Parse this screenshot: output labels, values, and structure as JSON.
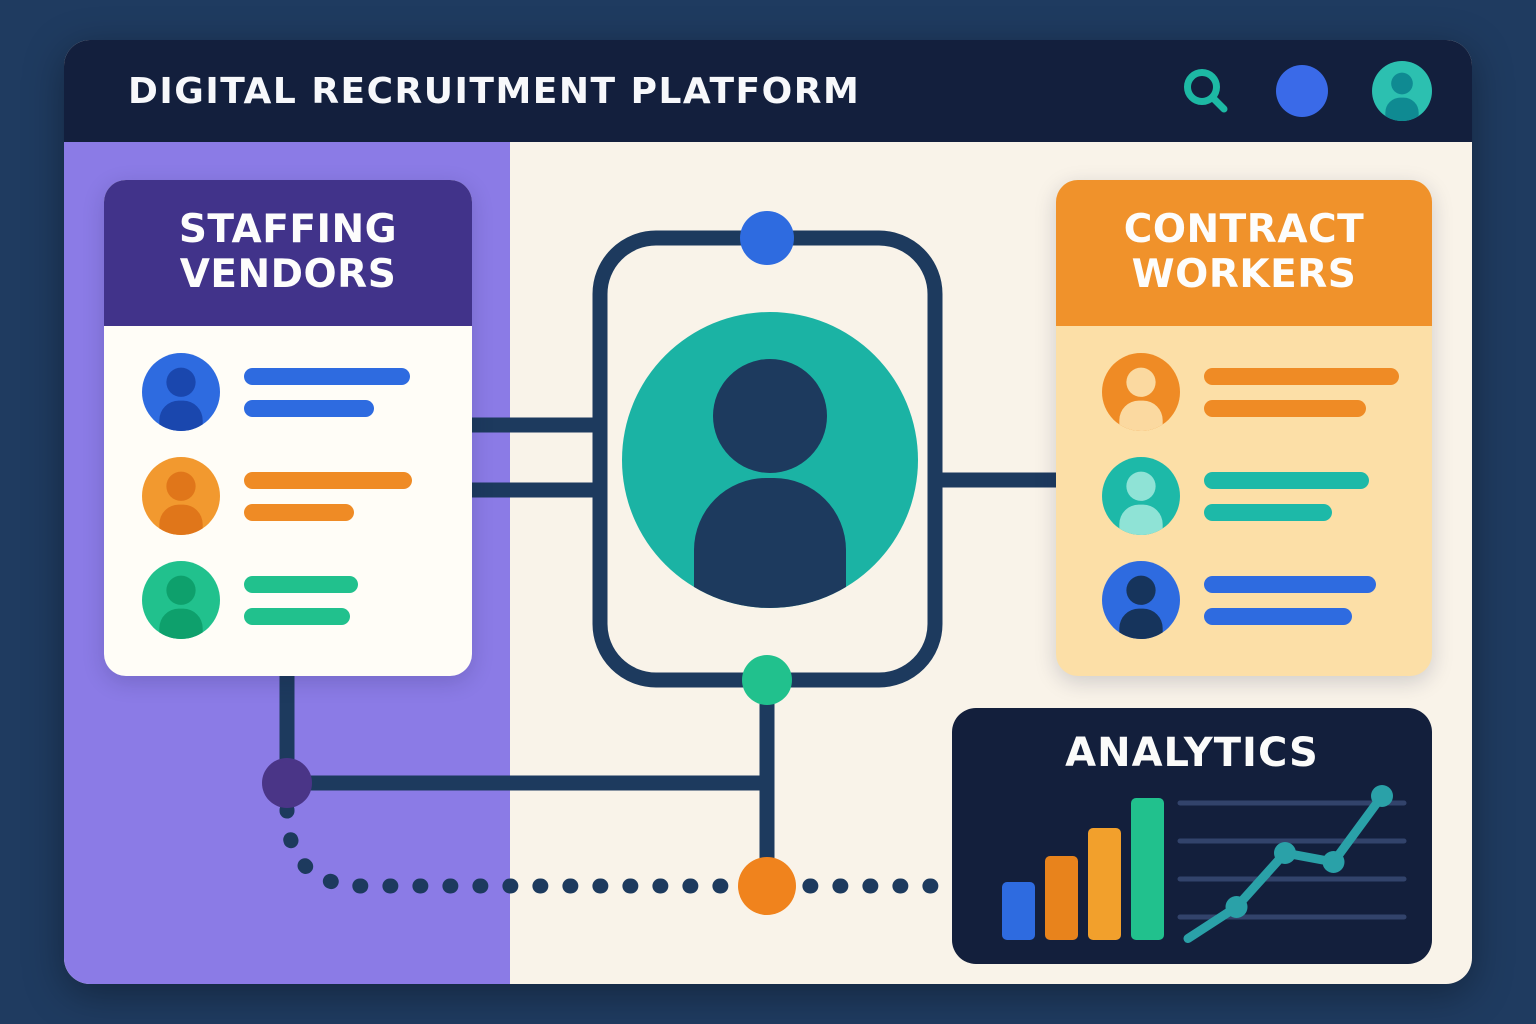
{
  "window": {
    "title": "DIGITAL RECRUITMENT PLATFORM",
    "header_icons": {
      "search": {
        "name": "search-icon",
        "color": "#1db9a4"
      },
      "status": {
        "name": "notification-dot-icon",
        "color": "#3a6ae8"
      },
      "profile": {
        "name": "profile-avatar-icon",
        "color": "#2cc0b0",
        "glyph_color": "#0f8a92"
      }
    }
  },
  "canvas_colors": {
    "outer_background": "#1f3b60",
    "titlebar": "#131f3d",
    "left_panel": "#8b7be6",
    "right_panel": "#f9f3e9"
  },
  "staffing_panel": {
    "title": "STAFFING VENDORS",
    "header_color": "#41338a",
    "body_color": "#fffdf7",
    "items": [
      {
        "name": "vendor-row",
        "avatar_color": "#2e6be0",
        "glyph_color": "#1a47ae",
        "bar_color": "#2e6be0",
        "bar_widths": [
          166,
          130
        ]
      },
      {
        "name": "vendor-row",
        "avatar_color": "#f2992f",
        "glyph_color": "#e0761a",
        "bar_color": "#ef8b25",
        "bar_widths": [
          168,
          110
        ]
      },
      {
        "name": "vendor-row",
        "avatar_color": "#21c18d",
        "glyph_color": "#0ea06c",
        "bar_color": "#21c18d",
        "bar_widths": [
          114,
          106
        ]
      }
    ]
  },
  "contract_panel": {
    "title": "CONTRACT WORKERS",
    "header_color": "#f0922b",
    "body_color": "#fcdfa7",
    "items": [
      {
        "name": "worker-row",
        "avatar_color": "#ef8b25",
        "glyph_color": "#fbd9a0",
        "bar_color": "#ef8b25",
        "bar_widths": [
          195,
          162
        ]
      },
      {
        "name": "worker-row",
        "avatar_color": "#1db9a8",
        "glyph_color": "#8fe3d6",
        "bar_color": "#1db9a8",
        "bar_widths": [
          165,
          128
        ]
      },
      {
        "name": "worker-row",
        "avatar_color": "#2e6be0",
        "glyph_color": "#16345c",
        "bar_color": "#2e6be0",
        "bar_widths": [
          172,
          148
        ]
      }
    ]
  },
  "hub": {
    "circle_color": "#1bb3a4",
    "person_color": "#1d3a5e"
  },
  "connectors": {
    "line_color": "#1d3a5e",
    "nodes": [
      {
        "name": "connector-node-top",
        "color": "#2e6be0"
      },
      {
        "name": "connector-node-bottom",
        "color": "#21c18d"
      },
      {
        "name": "connector-node-left",
        "color": "#4a3587"
      },
      {
        "name": "connector-node-junction",
        "color": "#f0831d"
      }
    ]
  },
  "analytics_panel": {
    "title": "ANALYTICS",
    "background": "#131f3c"
  },
  "chart_data": [
    {
      "type": "bar",
      "title": "ANALYTICS",
      "categories": [
        "bar-1",
        "bar-2",
        "bar-3",
        "bar-4"
      ],
      "values": [
        29,
        42,
        56,
        71
      ],
      "colors": [
        "#2e6be0",
        "#e8831c",
        "#f2a02c",
        "#21c18d"
      ],
      "xlabel": "",
      "ylabel": "",
      "note": "unlabeled decorative mini bar chart, increasing left to right"
    },
    {
      "type": "line",
      "title": "ANALYTICS",
      "x": [
        1,
        2,
        3,
        4,
        5
      ],
      "y": [
        1,
        22,
        58,
        52,
        96
      ],
      "color": "#2aa1a8",
      "grid": true,
      "grid_color": "#32436b",
      "note": "unlabeled decorative trend line rising with a small dip"
    }
  ]
}
